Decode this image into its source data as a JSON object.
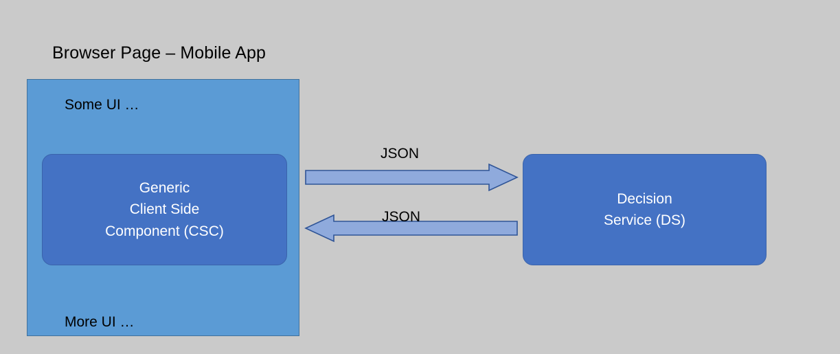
{
  "diagram": {
    "title": "Browser Page – Mobile App",
    "background_color": "#cacaca",
    "browser_panel": {
      "fill_color": "#5b9bd5",
      "border_color": "#41719c",
      "top_text": "Some UI …",
      "bottom_text": "More UI …"
    },
    "nodes": [
      {
        "id": "csc",
        "label": "Generic\nClient Side\nComponent (CSC)",
        "fill_color": "#4472c4",
        "text_color": "#ffffff"
      },
      {
        "id": "ds",
        "label": "Decision\nService (DS)",
        "fill_color": "#4472c4",
        "text_color": "#ffffff"
      }
    ],
    "arrows": [
      {
        "id": "request",
        "label": "JSON",
        "direction": "right",
        "fill_color": "#8faadc",
        "border_color": "#2f5496"
      },
      {
        "id": "response",
        "label": "JSON",
        "direction": "left",
        "fill_color": "#8faadc",
        "border_color": "#2f5496"
      }
    ]
  }
}
